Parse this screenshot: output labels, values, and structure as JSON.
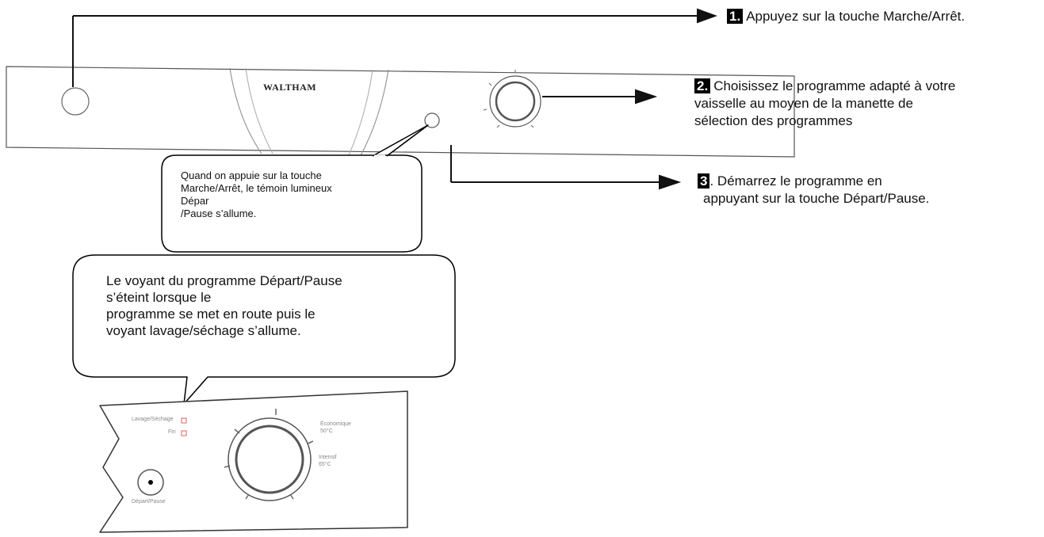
{
  "panel": {
    "brand": "WALTHAM"
  },
  "steps": [
    {
      "number": "1.",
      "text": "Appuyez sur la touche Marche/Arrêt."
    },
    {
      "number": "2.",
      "lines": [
        "Choisissez le programme adapté à votre",
        "vaisselle au moyen de la manette de",
        "sélection des programmes"
      ]
    },
    {
      "number": "3",
      "lines": [
        ". Démarrez le programme en",
        "appuyant sur la touche Départ/Pause."
      ]
    }
  ],
  "bubbles": {
    "top": [
      "Quand on appuie sur  la touche",
      "Marche/Arrêt, le témoin lumineux",
      "Dépar",
      "/Pause s’allume."
    ],
    "bottom": [
      "Le voyant du programme Départ/Pause",
      "s’éteint lorsque le",
      "programme se met en route puis le",
      "voyant lavage/séchage s’allume."
    ]
  },
  "detail_panel": {
    "indicator_1": "Lavage/Séchage",
    "indicator_2": "Fin",
    "button_label": "Départ/Pause",
    "program_1": {
      "name": "Économique",
      "temp": "50°C"
    },
    "program_2": {
      "name": "Intensif",
      "temp": "65°C"
    }
  }
}
